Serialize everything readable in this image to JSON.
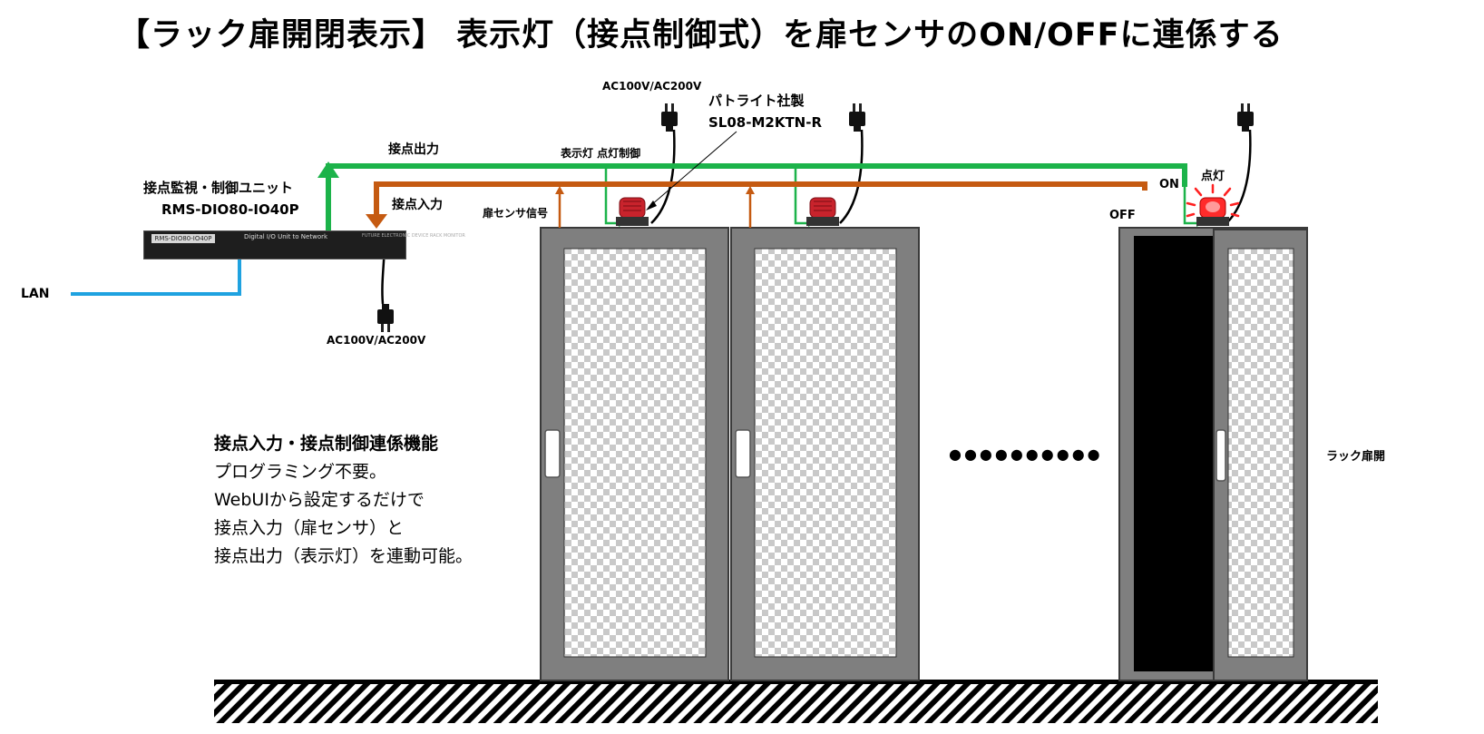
{
  "title": "【ラック扉開閉表示】 表示灯（接点制御式）を扉センサのON/OFFに連係する",
  "labels": {
    "ac_top": "AC100V/AC200V",
    "ac_bottom": "AC100V/AC200V",
    "patlite_maker": "パトライト社製",
    "patlite_model": "SL08-M2KTN-R",
    "contact_output": "接点出力",
    "contact_input": "接点入力",
    "lamp_control": "表示灯 点灯制御",
    "door_sensor_signal": "扉センサ信号",
    "unit_name": "接点監視・制御ユニット",
    "unit_model": "RMS-DIO80-IO40P",
    "lan": "LAN",
    "on": "ON",
    "off": "OFF",
    "lit": "点灯",
    "rack_open": "ラック扉開",
    "ellipsis": "●●●●●●●●●●"
  },
  "device_panel": {
    "model_badge": "RMS-DIO80-IO40P",
    "panel_label": "Digital I/O Unit to Network",
    "maker_label": "FUTURE ELECTRONIC DEVICE RACK MONITOR"
  },
  "features": {
    "heading": "接点入力・接点制御連係機能",
    "lines": [
      "プログラミング不要。",
      "WebUIから設定するだけで",
      "接点入力（扉センサ）と",
      "接点出力（表示灯）を連動可能。"
    ]
  },
  "colors": {
    "output_line": "#1cb34a",
    "input_line": "#c55a11",
    "lan_line": "#1fa2e0",
    "rack_body": "#7f7f7f",
    "lamp_red": "#d32020"
  },
  "lamps": [
    {
      "state": "off"
    },
    {
      "state": "off"
    },
    {
      "state": "on"
    }
  ]
}
